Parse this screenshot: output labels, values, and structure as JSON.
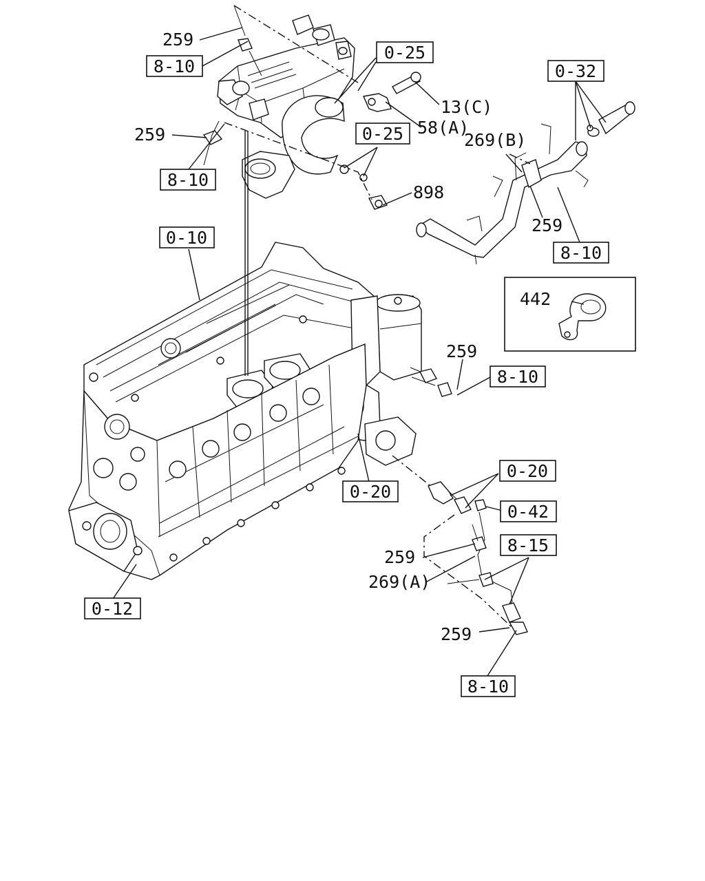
{
  "diagram": {
    "ref_boxes": {
      "box_8_10_top": "8-10",
      "box_0_25_top": "0-25",
      "box_0_25_mid": "0-25",
      "box_0_32": "0-32",
      "box_8_10_left": "8-10",
      "box_8_10_right": "8-10",
      "box_0_10": "0-10",
      "box_8_10_side": "8-10",
      "box_0_20_right": "0-20",
      "box_0_20_mid": "0-20",
      "box_0_42": "0-42",
      "box_8_15": "8-15",
      "box_0_12": "0-12",
      "box_8_10_bottom": "8-10"
    },
    "part_labels": {
      "p259_top": "259",
      "p13c": "13(C)",
      "p58a": "58(A)",
      "p259_left": "259",
      "p269b": "269(B)",
      "p898": "898",
      "p259_pipe": "259",
      "p442": "442",
      "p259_side": "259",
      "p259_lower": "259",
      "p269a": "269(A)",
      "p259_bottom": "259"
    }
  }
}
